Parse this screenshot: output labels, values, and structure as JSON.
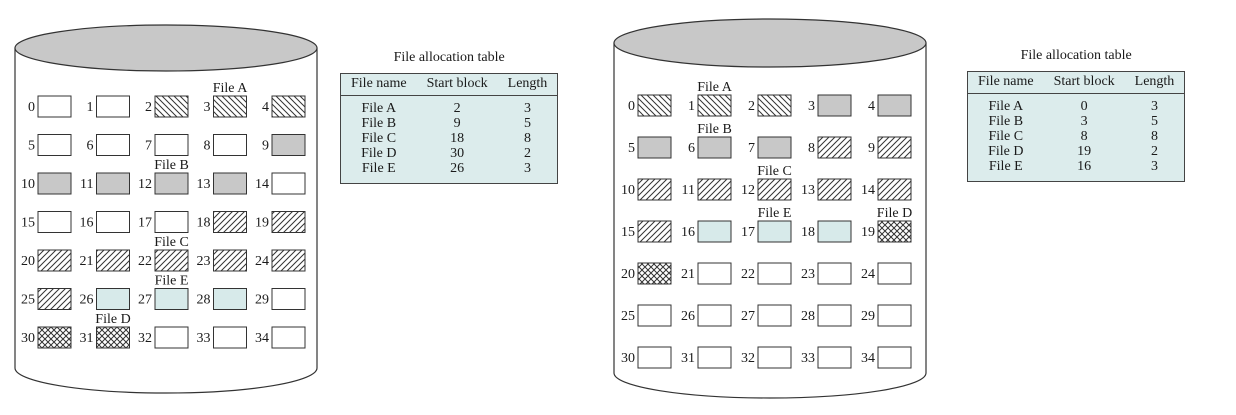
{
  "colors": {
    "free": "#ffffff",
    "stroke": "#333333",
    "grey": "#c8c8c8",
    "teal": "#d7eaea",
    "disk_top": "#c8c8c8"
  },
  "disk_left": {
    "blocks": [
      {
        "n": "0",
        "f": "free"
      },
      {
        "n": "1",
        "f": "free"
      },
      {
        "n": "2",
        "f": "back"
      },
      {
        "n": "3",
        "f": "back"
      },
      {
        "n": "4",
        "f": "back"
      },
      {
        "n": "5",
        "f": "free"
      },
      {
        "n": "6",
        "f": "free"
      },
      {
        "n": "7",
        "f": "free"
      },
      {
        "n": "8",
        "f": "free"
      },
      {
        "n": "9",
        "f": "grey"
      },
      {
        "n": "10",
        "f": "grey"
      },
      {
        "n": "11",
        "f": "grey"
      },
      {
        "n": "12",
        "f": "grey"
      },
      {
        "n": "13",
        "f": "grey"
      },
      {
        "n": "14",
        "f": "free"
      },
      {
        "n": "15",
        "f": "free"
      },
      {
        "n": "16",
        "f": "free"
      },
      {
        "n": "17",
        "f": "free"
      },
      {
        "n": "18",
        "f": "fwd"
      },
      {
        "n": "19",
        "f": "fwd"
      },
      {
        "n": "20",
        "f": "fwd"
      },
      {
        "n": "21",
        "f": "fwd"
      },
      {
        "n": "22",
        "f": "fwd"
      },
      {
        "n": "23",
        "f": "fwd"
      },
      {
        "n": "24",
        "f": "fwd"
      },
      {
        "n": "25",
        "f": "fwd"
      },
      {
        "n": "26",
        "f": "teal"
      },
      {
        "n": "27",
        "f": "teal"
      },
      {
        "n": "28",
        "f": "teal"
      },
      {
        "n": "29",
        "f": "free"
      },
      {
        "n": "30",
        "f": "cross"
      },
      {
        "n": "31",
        "f": "cross"
      },
      {
        "n": "32",
        "f": "free"
      },
      {
        "n": "33",
        "f": "free"
      },
      {
        "n": "34",
        "f": "free"
      }
    ],
    "labels": [
      {
        "text": "File A",
        "row": 0,
        "col": 3
      },
      {
        "text": "File B",
        "row": 2,
        "col": 2
      },
      {
        "text": "File C",
        "row": 4,
        "col": 2
      },
      {
        "text": "File E",
        "row": 5,
        "col": 2
      },
      {
        "text": "File D",
        "row": 6,
        "col": 1
      }
    ],
    "table": {
      "title": "File allocation table",
      "headers": [
        "File name",
        "Start block",
        "Length"
      ],
      "rows": [
        [
          "File A",
          "2",
          "3"
        ],
        [
          "File B",
          "9",
          "5"
        ],
        [
          "File C",
          "18",
          "8"
        ],
        [
          "File D",
          "30",
          "2"
        ],
        [
          "File E",
          "26",
          "3"
        ]
      ]
    }
  },
  "disk_right": {
    "blocks": [
      {
        "n": "0",
        "f": "back"
      },
      {
        "n": "1",
        "f": "back"
      },
      {
        "n": "2",
        "f": "back"
      },
      {
        "n": "3",
        "f": "grey"
      },
      {
        "n": "4",
        "f": "grey"
      },
      {
        "n": "5",
        "f": "grey"
      },
      {
        "n": "6",
        "f": "grey"
      },
      {
        "n": "7",
        "f": "grey"
      },
      {
        "n": "8",
        "f": "fwd"
      },
      {
        "n": "9",
        "f": "fwd"
      },
      {
        "n": "10",
        "f": "fwd"
      },
      {
        "n": "11",
        "f": "fwd"
      },
      {
        "n": "12",
        "f": "fwd"
      },
      {
        "n": "13",
        "f": "fwd"
      },
      {
        "n": "14",
        "f": "fwd"
      },
      {
        "n": "15",
        "f": "fwd"
      },
      {
        "n": "16",
        "f": "teal"
      },
      {
        "n": "17",
        "f": "teal"
      },
      {
        "n": "18",
        "f": "teal"
      },
      {
        "n": "19",
        "f": "cross"
      },
      {
        "n": "20",
        "f": "cross"
      },
      {
        "n": "21",
        "f": "free"
      },
      {
        "n": "22",
        "f": "free"
      },
      {
        "n": "23",
        "f": "free"
      },
      {
        "n": "24",
        "f": "free"
      },
      {
        "n": "25",
        "f": "free"
      },
      {
        "n": "26",
        "f": "free"
      },
      {
        "n": "27",
        "f": "free"
      },
      {
        "n": "28",
        "f": "free"
      },
      {
        "n": "29",
        "f": "free"
      },
      {
        "n": "30",
        "f": "free"
      },
      {
        "n": "31",
        "f": "free"
      },
      {
        "n": "32",
        "f": "free"
      },
      {
        "n": "33",
        "f": "free"
      },
      {
        "n": "34",
        "f": "free"
      }
    ],
    "labels": [
      {
        "text": "File A",
        "row": 0,
        "col": 1
      },
      {
        "text": "File B",
        "row": 1,
        "col": 1
      },
      {
        "text": "File C",
        "row": 2,
        "col": 2
      },
      {
        "text": "File E",
        "row": 3,
        "col": 2
      },
      {
        "text": "File D",
        "row": 3,
        "col": 4
      }
    ],
    "table": {
      "title": "File allocation table",
      "headers": [
        "File name",
        "Start block",
        "Length"
      ],
      "rows": [
        [
          "File A",
          "0",
          "3"
        ],
        [
          "File B",
          "3",
          "5"
        ],
        [
          "File C",
          "8",
          "8"
        ],
        [
          "File D",
          "19",
          "2"
        ],
        [
          "File E",
          "16",
          "3"
        ]
      ]
    }
  }
}
